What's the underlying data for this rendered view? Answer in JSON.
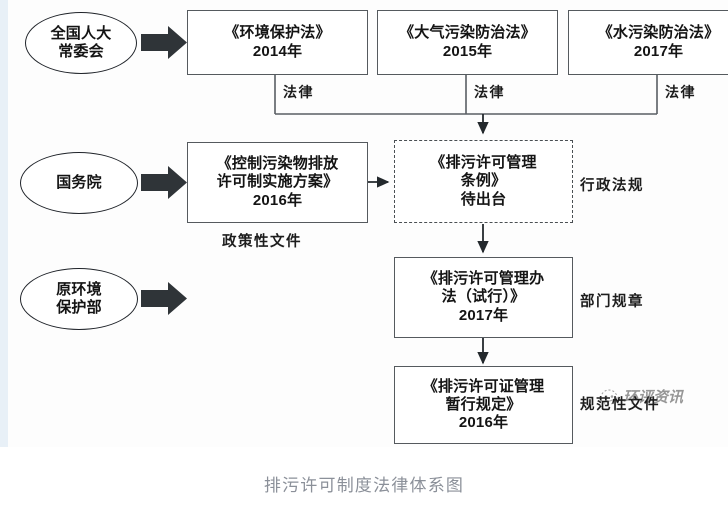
{
  "figure": {
    "caption": "排污许可制度法律体系图",
    "watermark_text": "环评资讯",
    "colors": {
      "box_border": "#555a5e",
      "dashed_border": "#4a4f53",
      "ellipse_border": "#20242a",
      "arrow_block": "#2f3438",
      "line": "#3a3f44",
      "caption_text": "#8b9099",
      "left_tint": "#e8f0f7",
      "background": "#fdfdfd"
    },
    "actors": [
      {
        "id": "npc",
        "label_lines": [
          "全国人大",
          "常委会"
        ]
      },
      {
        "id": "state-council",
        "label_lines": [
          "国务院"
        ]
      },
      {
        "id": "mep",
        "label_lines": [
          "原环境",
          "保护部"
        ]
      }
    ],
    "laws": [
      {
        "id": "env-protection-law",
        "title": "《环境保护法》",
        "year": "2014年",
        "edge_label": "法律"
      },
      {
        "id": "air-pollution-law",
        "title": "《大气污染防治法》",
        "year": "2015年",
        "edge_label": "法律"
      },
      {
        "id": "water-pollution-law",
        "title": "《水污染防治法》",
        "year": "2017年",
        "edge_label": "法律"
      }
    ],
    "documents": [
      {
        "id": "permit-implementation-plan",
        "lines": [
          "《控制污染物排放",
          "许可制实施方案》",
          "2016年"
        ],
        "category_label": "政策性文件",
        "category_position": "below",
        "dashed": false
      },
      {
        "id": "permit-management-regulation",
        "lines": [
          "《排污许可管理",
          "条例》",
          "待出台"
        ],
        "category_label": "行政法规",
        "category_position": "right",
        "dashed": true
      },
      {
        "id": "permit-management-measures",
        "lines": [
          "《排污许可管理办",
          "法（试行）》",
          "2017年"
        ],
        "category_label": "部门规章",
        "category_position": "right",
        "dashed": false
      },
      {
        "id": "permit-interim-provisions",
        "lines": [
          "《排污许可证管理",
          "暂行规定》",
          "2016年"
        ],
        "category_label": "规范性文件",
        "category_position": "right",
        "dashed": false
      }
    ]
  }
}
